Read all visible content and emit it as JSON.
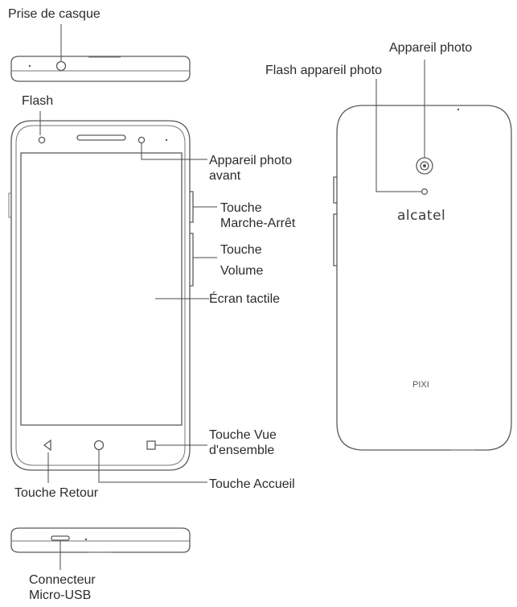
{
  "labels": {
    "headphone_jack": "Prise de casque",
    "flash": "Flash",
    "front_camera_l1": "Appareil photo",
    "front_camera_l2": "avant",
    "power_key_l1": "Touche",
    "power_key_l2": "Marche-Arrêt",
    "volume_key_l1": "Touche",
    "volume_key_l2": "Volume",
    "touchscreen": "Écran tactile",
    "overview_key_l1": "Touche Vue",
    "overview_key_l2": "d'ensemble",
    "back_key": "Touche Retour",
    "home_key": "Touche Accueil",
    "usb_l1": "Connecteur",
    "usb_l2": "Micro-USB",
    "rear_camera": "Appareil photo",
    "camera_flash": "Flash appareil photo"
  },
  "back_branding": {
    "brand": "alcatel",
    "model": "PIXI"
  },
  "colors": {
    "stroke": "#4a4a4a",
    "text": "#2b2b2b"
  }
}
